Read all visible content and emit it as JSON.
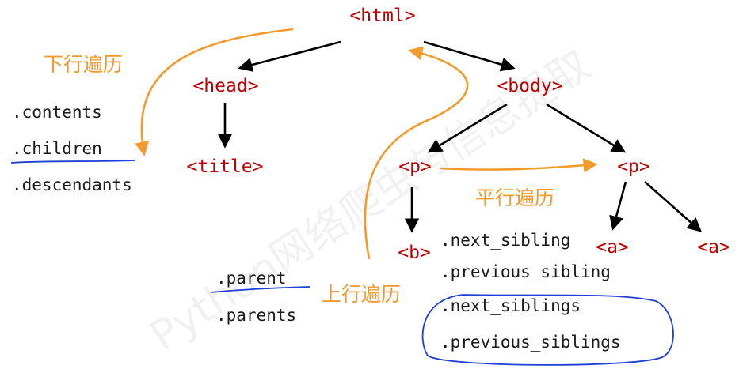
{
  "nodes": {
    "html": "<html>",
    "head": "<head>",
    "body": "<body>",
    "title": "<title>",
    "p_left": "<p>",
    "p_right": "<p>",
    "b": "<b>",
    "a_left": "<a>",
    "a_right": "<a>"
  },
  "downward": {
    "label": "下行遍历",
    "attrs": [
      ".contents",
      ".children",
      ".descendants"
    ]
  },
  "upward": {
    "label": "上行遍历",
    "attrs": [
      ".parent",
      ".parents"
    ]
  },
  "parallel": {
    "label": "平行遍历",
    "attrs": [
      ".next_sibling",
      ".previous_sibling",
      ".next_siblings",
      ".previous_siblings"
    ]
  },
  "watermark": "Python网络爬虫与信息提取",
  "colors": {
    "tag": "#c00000",
    "traversal": "#f29b2c",
    "highlight": "#1f3fd6",
    "edge": "#000000"
  }
}
